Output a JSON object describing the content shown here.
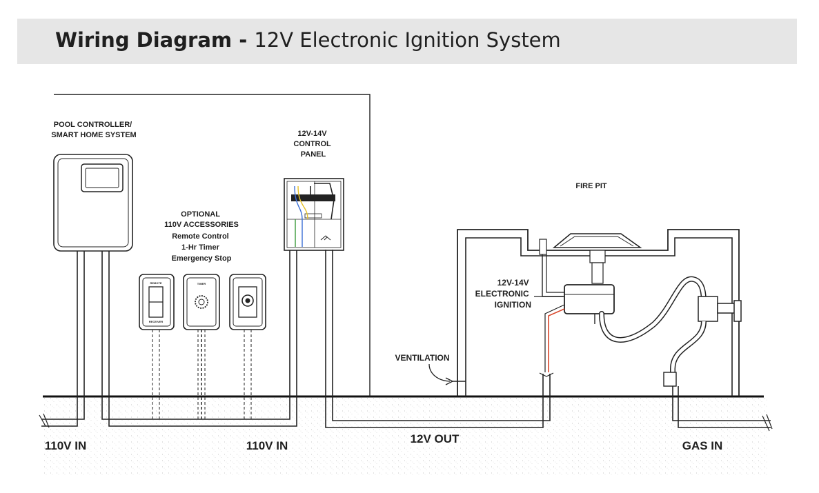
{
  "title": {
    "bold": "Wiring Diagram",
    "separator": " - ",
    "rest": "12V Electronic Ignition System"
  },
  "labels": {
    "pool_controller": [
      "POOL CONTROLLER/",
      "SMART HOME SYSTEM"
    ],
    "control_panel": [
      "12V-14V",
      "CONTROL",
      "PANEL"
    ],
    "optional_accessories": [
      "OPTIONAL",
      "110V ACCESSORIES"
    ],
    "accessory_list": [
      "Remote Control",
      "1-Hr Timer",
      "Emergency Stop"
    ],
    "fire_pit": "FIRE PIT",
    "ignition": [
      "12V-14V",
      "ELECTRONIC",
      "IGNITION"
    ],
    "ventilation": "VENTILATION",
    "in_110v_left": "110V IN",
    "in_110v_mid": "110V IN",
    "out_12v": "12V OUT",
    "gas_in": "GAS IN"
  },
  "switch_labels": {
    "remote": [
      "REMOTE",
      "RECEIVER"
    ],
    "timer": "TIMER"
  },
  "colors": {
    "red_wire": "#d9472b",
    "blue_wire": "#3b6fd6",
    "yellow_wire": "#e6c229",
    "green_wire": "#3a9a3a",
    "title_bg": "#e6e6e6"
  }
}
